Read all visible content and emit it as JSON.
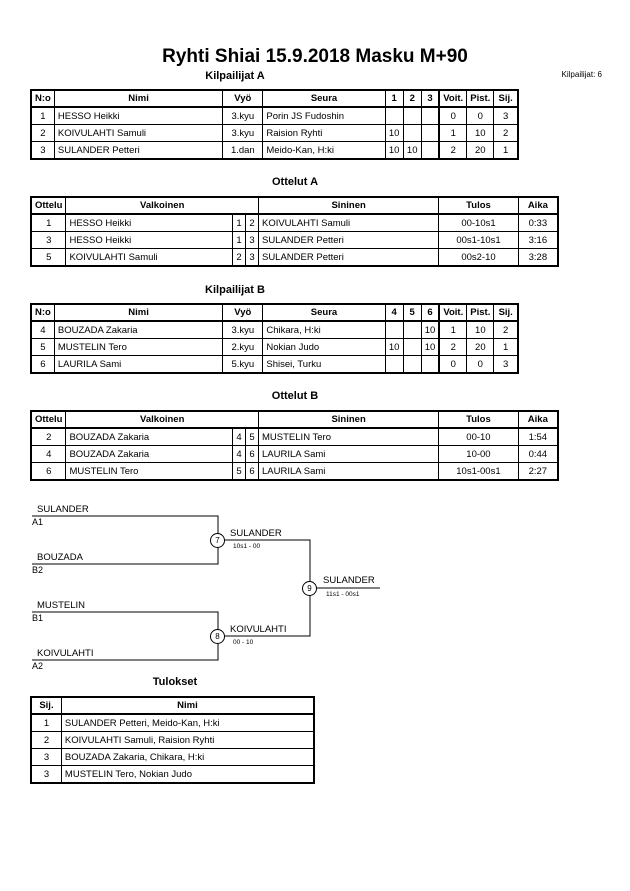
{
  "title": "Ryhti Shiai  15.9.2018  Masku   M+90",
  "competitors_count": "Kilpailijat: 6",
  "pool_a": {
    "heading": "Kilpailijat A",
    "headers": [
      "N:o",
      "Nimi",
      "Vyö",
      "Seura",
      "1",
      "2",
      "3",
      "Voit.",
      "Pist.",
      "Sij."
    ],
    "rows": [
      [
        "1",
        "HESSO Heikki",
        "3.kyu",
        "Porin JS Fudoshin",
        "",
        "",
        "",
        "0",
        "0",
        "3"
      ],
      [
        "2",
        "KOIVULAHTI Samuli",
        "3.kyu",
        "Raision Ryhti",
        "10",
        "",
        "",
        "1",
        "10",
        "2"
      ],
      [
        "3",
        "SULANDER Petteri",
        "1.dan",
        "Meido-Kan, H:ki",
        "10",
        "10",
        "",
        "2",
        "20",
        "1"
      ]
    ]
  },
  "matches_a": {
    "heading": "Ottelut A",
    "headers": [
      "Ottelu",
      "Valkoinen",
      "Sininen",
      "Tulos",
      "Aika"
    ],
    "rows": [
      [
        "1",
        "HESSO Heikki",
        "1",
        "2",
        "KOIVULAHTI Samuli",
        "00-10s1",
        "0:33"
      ],
      [
        "3",
        "HESSO Heikki",
        "1",
        "3",
        "SULANDER Petteri",
        "00s1-10s1",
        "3:16"
      ],
      [
        "5",
        "KOIVULAHTI Samuli",
        "2",
        "3",
        "SULANDER Petteri",
        "00s2-10",
        "3:28"
      ]
    ]
  },
  "pool_b": {
    "heading": "Kilpailijat B",
    "headers": [
      "N:o",
      "Nimi",
      "Vyö",
      "Seura",
      "4",
      "5",
      "6",
      "Voit.",
      "Pist.",
      "Sij."
    ],
    "rows": [
      [
        "4",
        "BOUZADA Zakaria",
        "3.kyu",
        "Chikara, H:ki",
        "",
        "",
        "10",
        "1",
        "10",
        "2"
      ],
      [
        "5",
        "MUSTELIN Tero",
        "2.kyu",
        "Nokian Judo",
        "10",
        "",
        "10",
        "2",
        "20",
        "1"
      ],
      [
        "6",
        "LAURILA Sami",
        "5.kyu",
        "Shisei, Turku",
        "",
        "",
        "",
        "0",
        "0",
        "3"
      ]
    ]
  },
  "matches_b": {
    "heading": "Ottelut B",
    "headers": [
      "Ottelu",
      "Valkoinen",
      "Sininen",
      "Tulos",
      "Aika"
    ],
    "rows": [
      [
        "2",
        "BOUZADA Zakaria",
        "4",
        "5",
        "MUSTELIN Tero",
        "00-10",
        "1:54"
      ],
      [
        "4",
        "BOUZADA Zakaria",
        "4",
        "6",
        "LAURILA Sami",
        "10-00",
        "0:44"
      ],
      [
        "6",
        "MUSTELIN Tero",
        "5",
        "6",
        "LAURILA Sami",
        "10s1-00s1",
        "2:27"
      ]
    ]
  },
  "bracket": {
    "seeds": [
      {
        "name": "SULANDER",
        "pos": "A1"
      },
      {
        "name": "BOUZADA",
        "pos": "B2"
      },
      {
        "name": "MUSTELIN",
        "pos": "B1"
      },
      {
        "name": "KOIVULAHTI",
        "pos": "A2"
      }
    ],
    "semis": [
      {
        "num": "7",
        "winner": "SULANDER",
        "score": "10s1 - 00"
      },
      {
        "num": "8",
        "winner": "KOIVULAHTI",
        "score": "00 - 10"
      }
    ],
    "final": {
      "num": "9",
      "winner": "SULANDER",
      "score": "11s1 - 00s1"
    }
  },
  "results": {
    "heading": "Tulokset",
    "headers": [
      "Sij.",
      "Nimi"
    ],
    "rows": [
      [
        "1",
        "SULANDER Petteri, Meido-Kan, H:ki"
      ],
      [
        "2",
        "KOIVULAHTI Samuli, Raision Ryhti"
      ],
      [
        "3",
        "BOUZADA Zakaria, Chikara, H:ki"
      ],
      [
        "3",
        "MUSTELIN Tero, Nokian Judo"
      ]
    ]
  }
}
